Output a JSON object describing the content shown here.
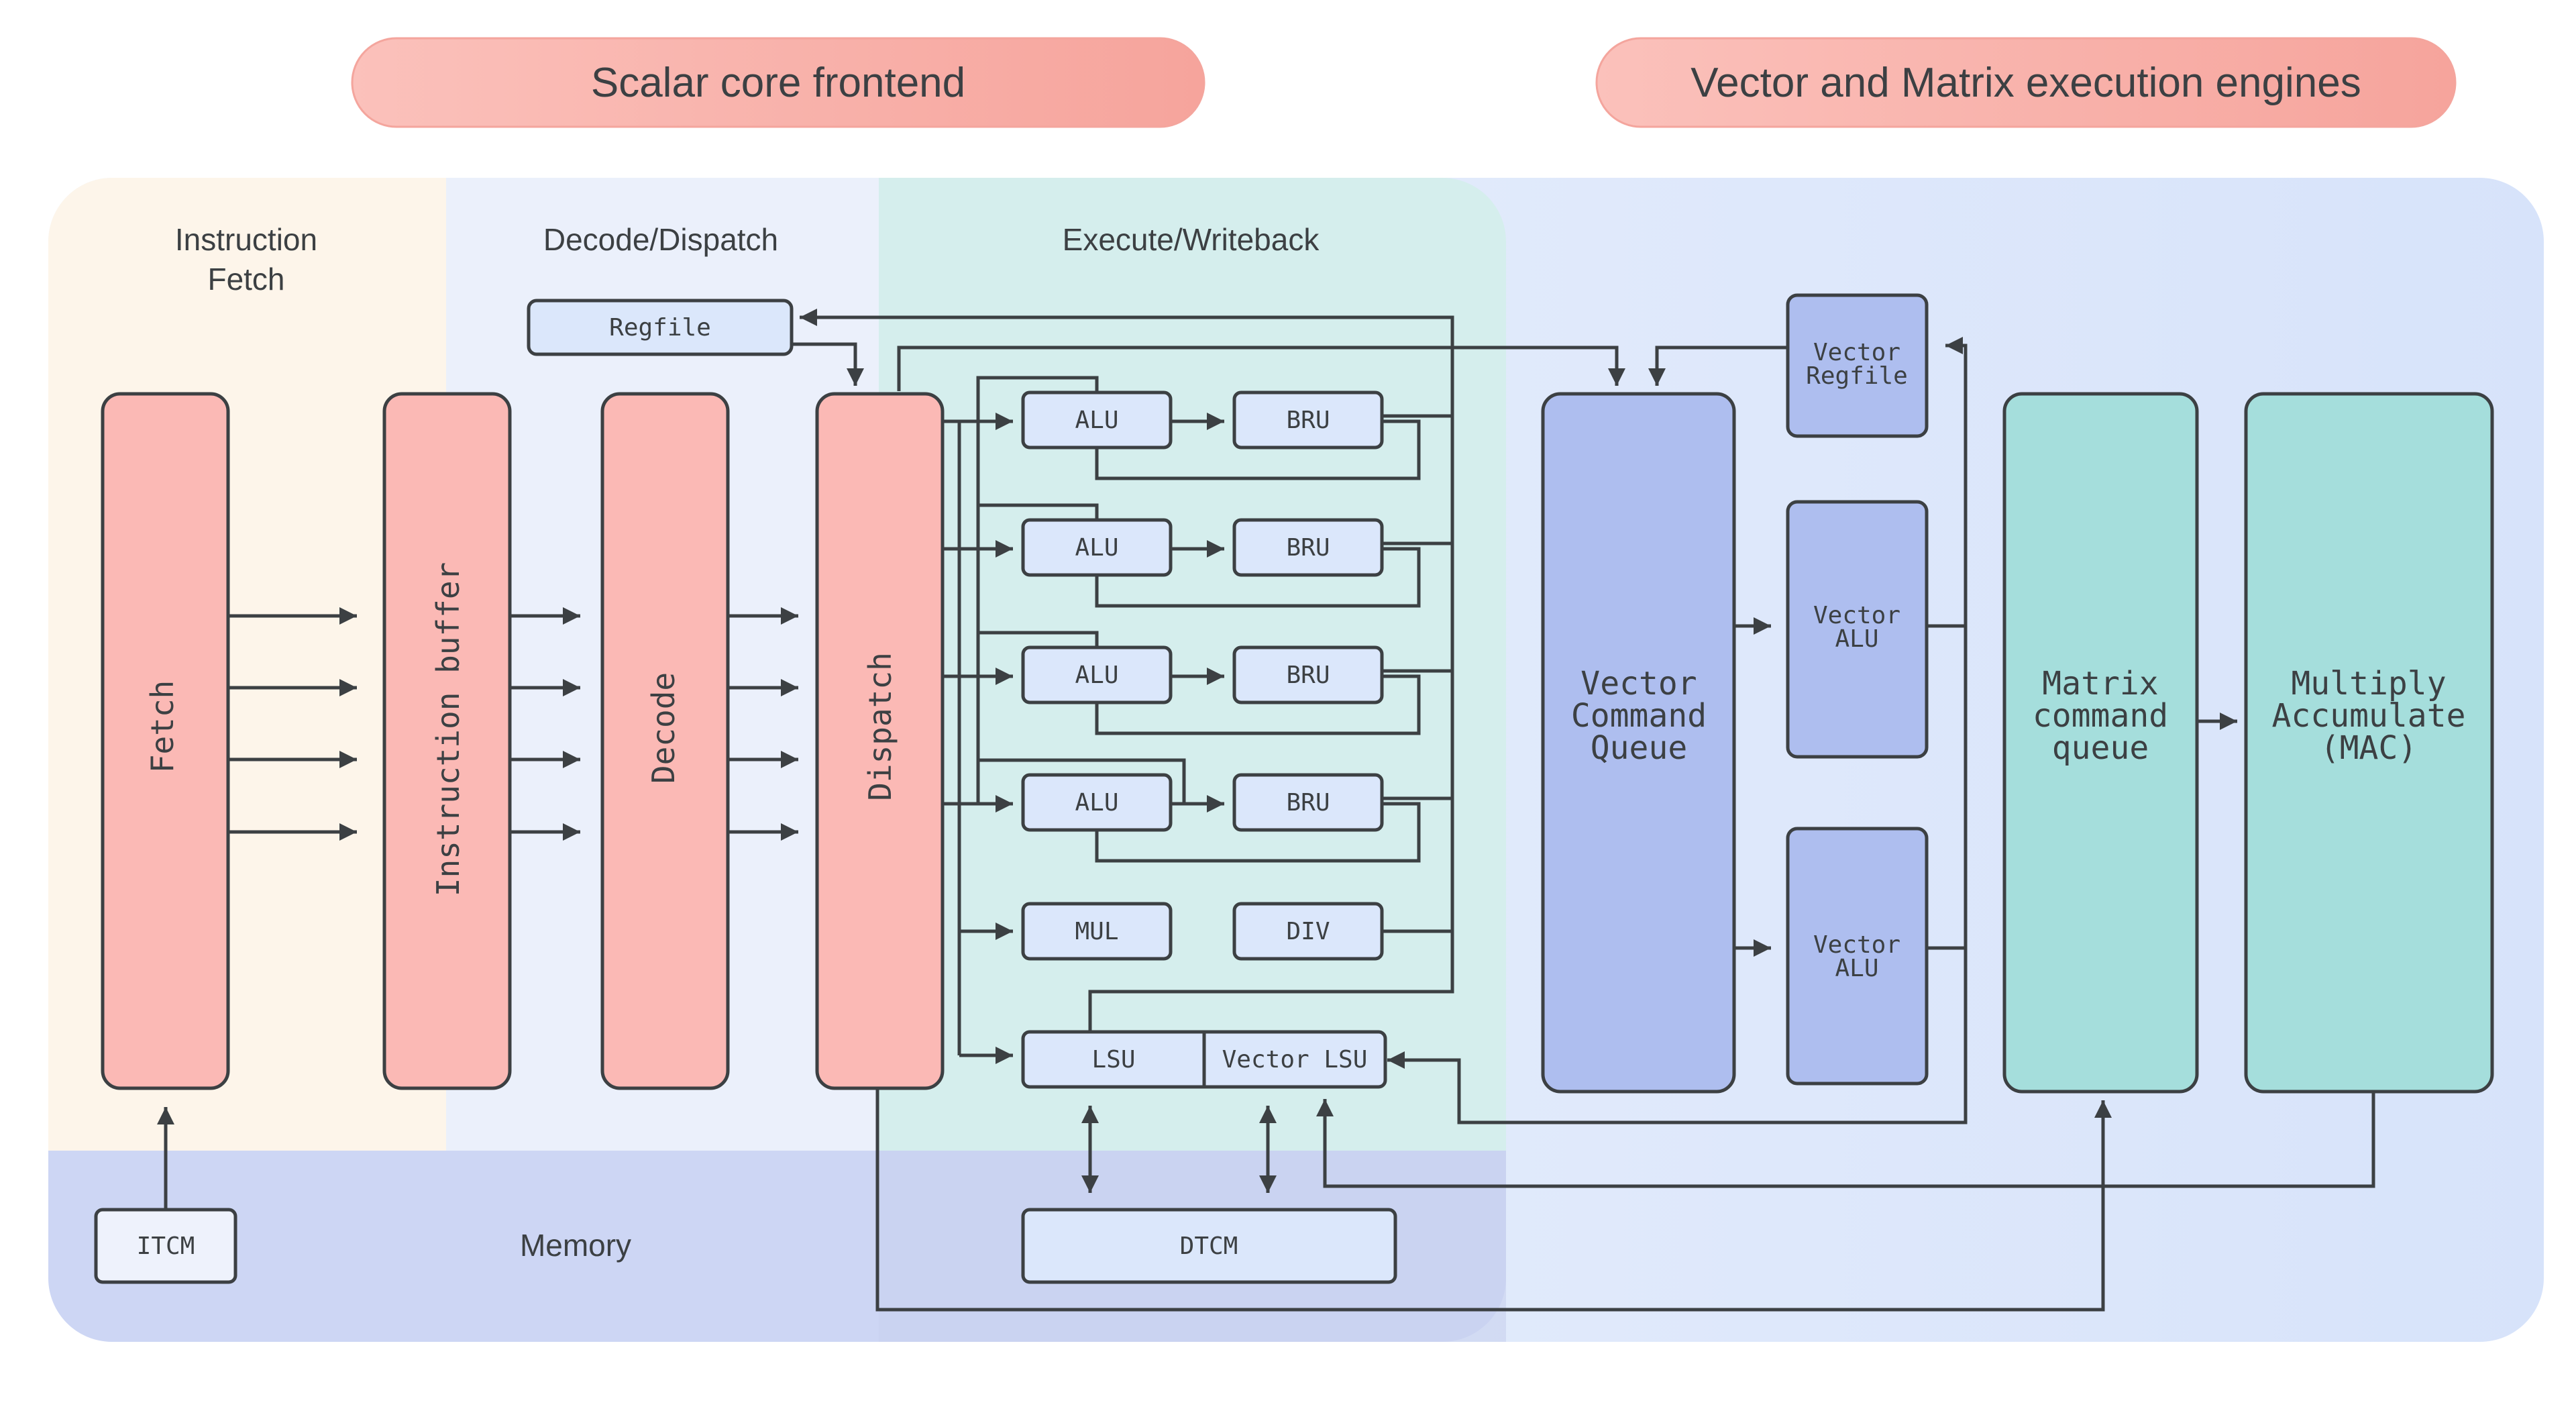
{
  "headers": {
    "scalar": "Scalar core frontend",
    "vector": "Vector and Matrix execution engines"
  },
  "stages": {
    "fetch_line1": "Instruction",
    "fetch_line2": "Fetch",
    "decode": "Decode/Dispatch",
    "execute": "Execute/Writeback",
    "memory": "Memory"
  },
  "blocks": {
    "fetch": "Fetch",
    "instruction_buffer": "Instruction buffer",
    "decode": "Decode",
    "dispatch": "Dispatch",
    "regfile": "Regfile",
    "alu": "ALU",
    "bru": "BRU",
    "mul": "MUL",
    "div": "DIV",
    "lsu": "LSU",
    "vector_lsu": "Vector LSU",
    "itcm": "ITCM",
    "dtcm": "DTCM",
    "vector_regfile_l1": "Vector",
    "vector_regfile_l2": "Regfile",
    "vector_alu_l1": "Vector",
    "vector_alu_l2": "ALU",
    "vcq_l1": "Vector",
    "vcq_l2": "Command",
    "vcq_l3": "Queue",
    "mcq_l1": "Matrix",
    "mcq_l2": "command",
    "mcq_l3": "queue",
    "mac_l1": "Multiply",
    "mac_l2": "Accumulate",
    "mac_l3": "(MAC)"
  },
  "colors": {
    "pill": "#f8b4ad",
    "fetch_region": "#fdf5ea",
    "decode_region": "#ebf0fb",
    "execute_region": "#d5eeed",
    "vector_region": "#e4ecfb",
    "memory_region": "#cdd6f4",
    "scalar_block": "#fbb9b5",
    "small_block": "#dbe7fb",
    "vector_block": "#aebeef",
    "matrix_block": "#a5dedc"
  }
}
